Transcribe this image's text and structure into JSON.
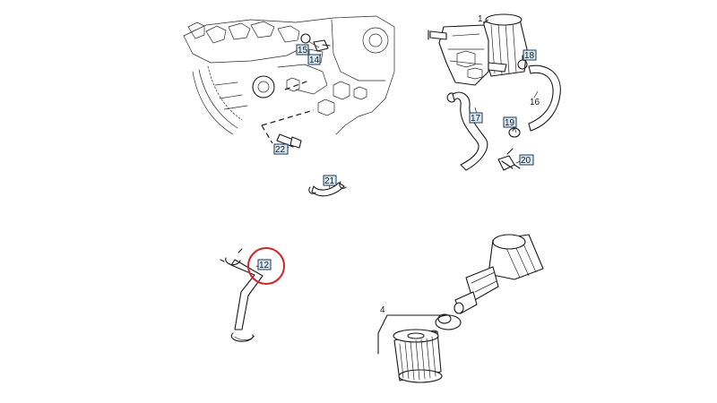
{
  "callouts": {
    "c1": "1",
    "c4": "4",
    "c12": "12",
    "c14": "14",
    "c15": "15",
    "c16": "16",
    "c17": "17",
    "c18": "18",
    "c19": "19",
    "c20": "20",
    "c21": "21",
    "c22": "22"
  },
  "highlight": {
    "target": "12",
    "color": "#d0232a"
  }
}
